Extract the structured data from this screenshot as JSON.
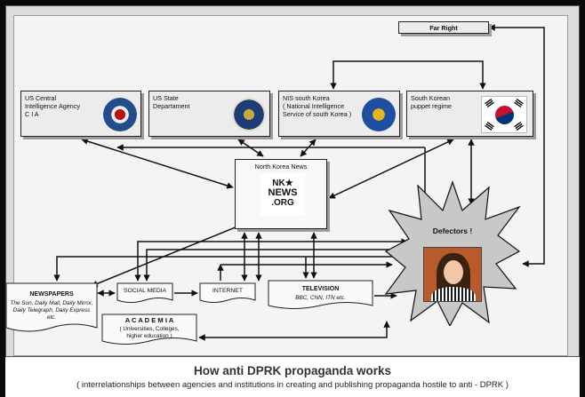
{
  "boxes": {
    "cia": "US Central\n   Intelligence  Agency\n         C I A",
    "state": "US  State\n             Departament",
    "nis": "NIS  south  Korea\n( National  Intelligence\n Service  of  south Korea )",
    "sk": "South  Korean\npuppet  regime",
    "nk": "North Korea News",
    "far_right": "Far  Right"
  },
  "nk_logo": {
    "l1": "NK★",
    "l2": "NEWS",
    "l3": ".ORG"
  },
  "media": {
    "newspapers_title": "NEWSPAPERS",
    "newspapers_list": "The Sun, Daily Mail, Daily Mirror, Daily Telegraph, Daily Express etc.",
    "social": "SOCIAL MEDIA",
    "internet": "INTERNET",
    "tv_title": "TELEVISION",
    "tv_list": "BBC, CNN,  ITN etc.",
    "academia_title": "A C A D E M I A",
    "academia_list": "( Universities,  Colleges, higher education )"
  },
  "defectors": "Defectors !",
  "caption": {
    "title": "How anti DPRK propaganda works",
    "subtitle": "( interrelationships between agencies and institutions in creating and publishing  propaganda hostile to anti - DPRK )"
  },
  "colors": {
    "frame": "#dcdcdc",
    "panel": "#f4f4f4",
    "box": "#ececec",
    "korea_red": "#c8102e",
    "korea_blue": "#003478"
  },
  "icons": [
    "cia-seal-icon",
    "state-department-seal-icon",
    "nis-emblem-icon",
    "south-korea-flag-icon",
    "nknews-logo-icon",
    "defector-portrait"
  ]
}
